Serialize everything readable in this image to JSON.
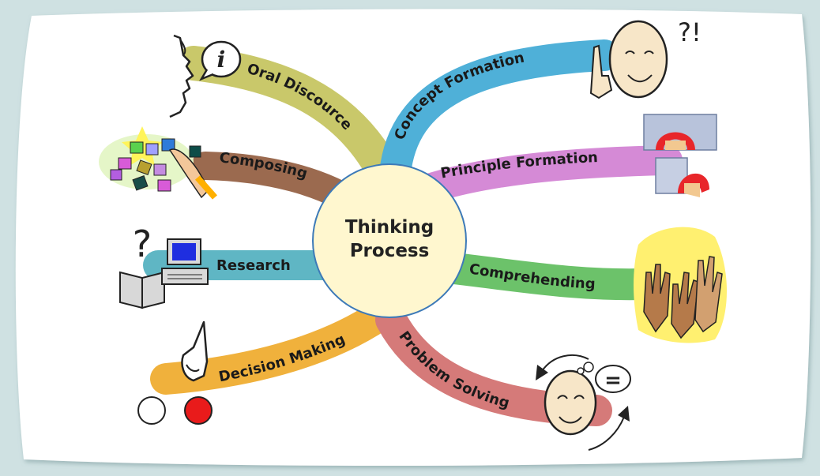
{
  "center": {
    "line1": "Thinking",
    "line2": "Process"
  },
  "branches": [
    {
      "id": "oral",
      "label": "Oral Discource",
      "color": "#c9c86a",
      "icon": "speaking-face-info-icon"
    },
    {
      "id": "composing",
      "label": "Composing",
      "color": "#9b6a4f",
      "icon": "arranging-cards-icon"
    },
    {
      "id": "research",
      "label": "Research",
      "color": "#5fb6c4",
      "icon": "book-computer-icon"
    },
    {
      "id": "decision",
      "label": "Decision Making",
      "color": "#f0b13c",
      "icon": "hand-choosing-circles-icon"
    },
    {
      "id": "concept",
      "label": "Concept Formation",
      "color": "#4fb0d8",
      "icon": "thinking-face-icon"
    },
    {
      "id": "principle",
      "label": "Principle Formation",
      "color": "#d58ad6",
      "icon": "puzzle-pieces-icon"
    },
    {
      "id": "comprehending",
      "label": "Comprehending",
      "color": "#6cc26a",
      "icon": "raised-hands-icon"
    },
    {
      "id": "problem",
      "label": "Problem Solving",
      "color": "#d57a79",
      "icon": "face-cycle-arrows-icon"
    }
  ],
  "icon_text": {
    "info": "i",
    "exclaim": "?!",
    "question": "?",
    "equals": "="
  }
}
